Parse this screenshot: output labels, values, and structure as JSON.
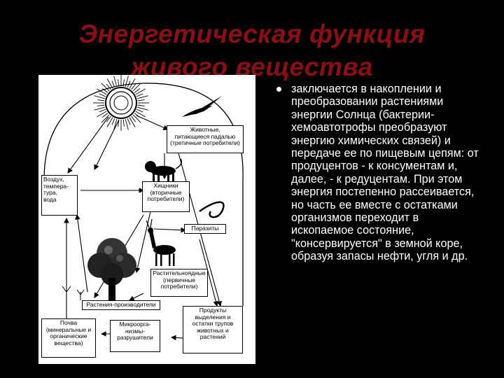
{
  "slide": {
    "title_line1": "Энергетическая функция",
    "title_line2": "живого вещества",
    "bullet_text": "заключается в накоплении и преобразовании растениями энергии Солнца (бактерии-хемоавтотрофы преобразуют энергию химических связей) и передаче ее по пищевым цепям: от продуцентов - к консументам и, далее, - к редуцентам. При этом энергия постепенно рассеивается, но часть ее вместе с остатками организмов переходит в ископаемое состояние, \"консервируется\" в земной коре, образуя запасы нефти, угля и др."
  },
  "diagram": {
    "herbivore_animals": "Животные,\nпитающиеся падалью\n(третичные потребители)",
    "air": "Воздух,\nтемпера-\nтура,\nвода",
    "predators": "Хищники\n(вторичные\nпотребители)",
    "parasites": "Паразиты",
    "herbivores": "Растительноядные\n(первичные\nпотребители)",
    "producers": "Растения-производители",
    "soil": "Почва\n(минеральные и\nорганические\nвещества)",
    "microorganisms": "Микроорга-\nнизмы-\nразрушители",
    "products": "Продукты\nвыделения и\nостатки трупов\nживотных и\nрастений"
  }
}
